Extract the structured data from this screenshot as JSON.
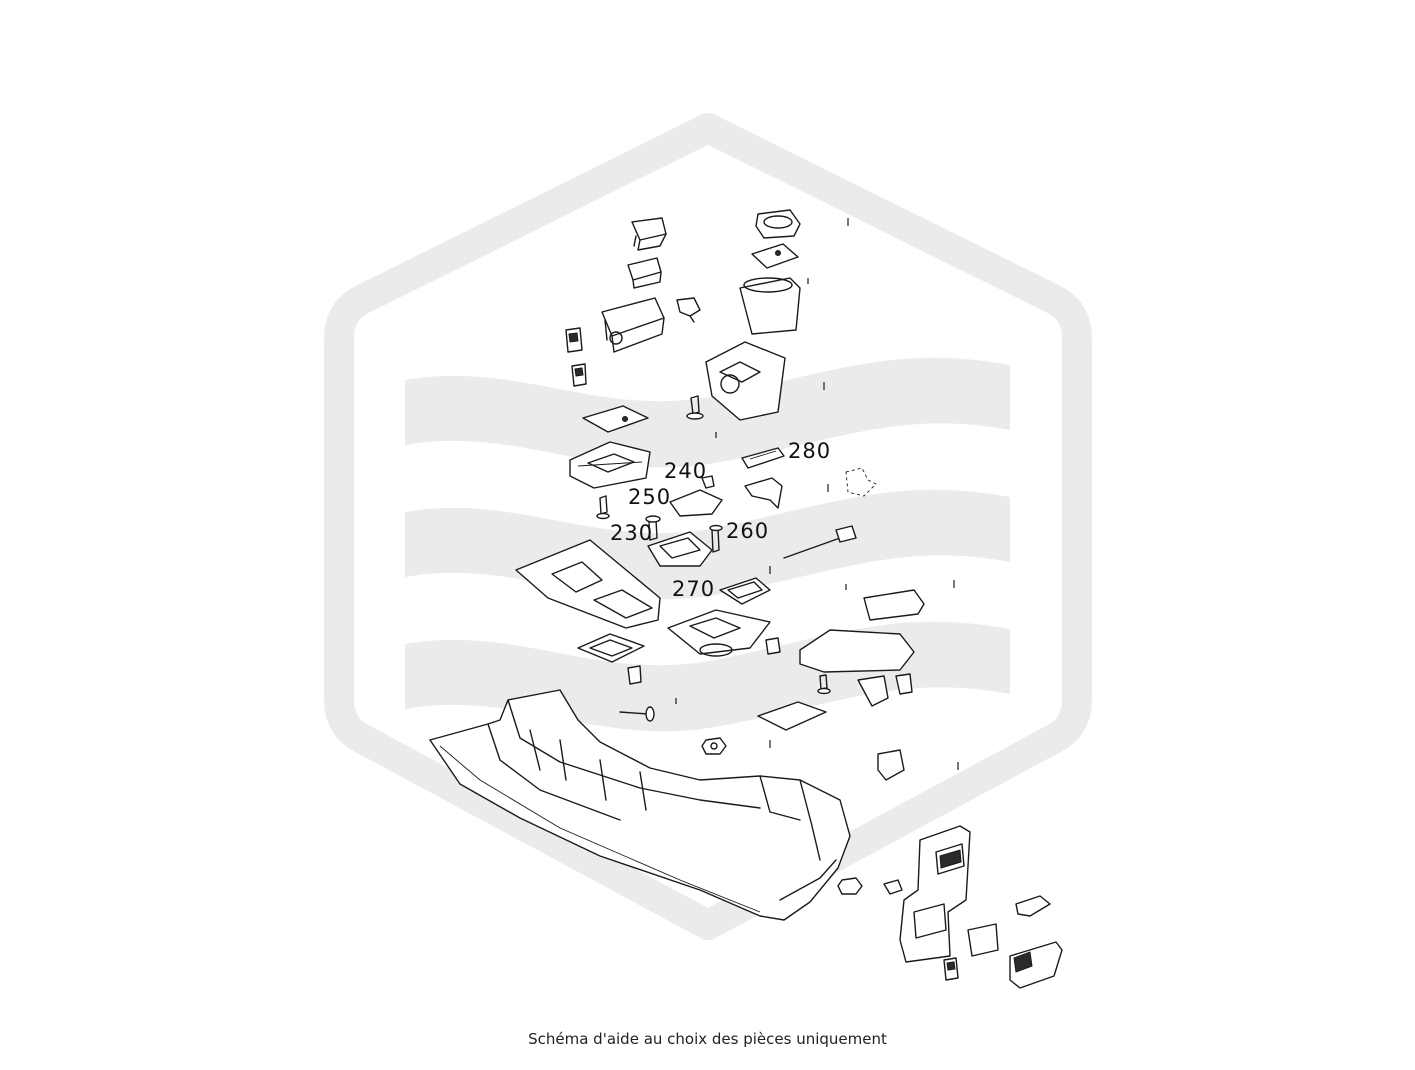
{
  "diagram": {
    "watermark": {
      "shape": "hexagon-with-waves",
      "color": "#ebebeb"
    },
    "callouts": [
      {
        "id": "240",
        "label": "240"
      },
      {
        "id": "250",
        "label": "250"
      },
      {
        "id": "230",
        "label": "230"
      },
      {
        "id": "260",
        "label": "260"
      },
      {
        "id": "270",
        "label": "270"
      },
      {
        "id": "280",
        "label": "280"
      }
    ],
    "caption": "Schéma d'aide au choix des pièces uniquement"
  }
}
